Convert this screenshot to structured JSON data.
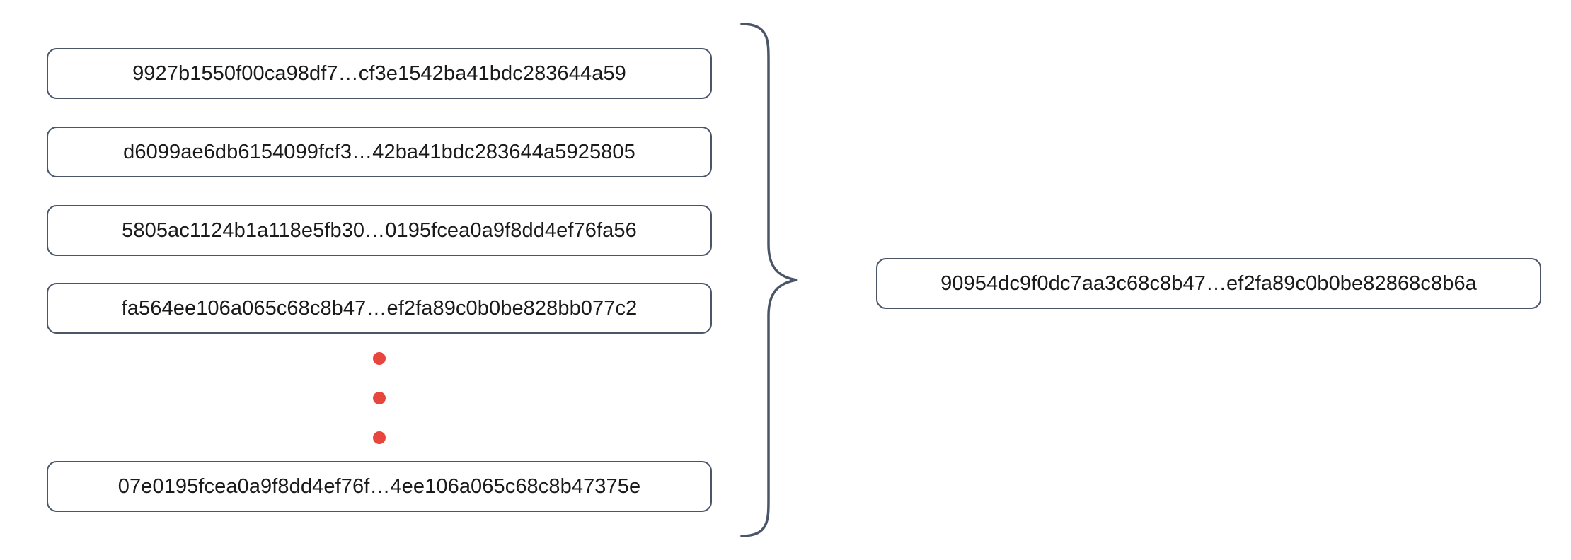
{
  "diagram": {
    "type": "hash-aggregation",
    "colors": {
      "box_border": "#4a5568",
      "box_fill": "#ffffff",
      "text": "#1a1a1a",
      "ellipsis_dot": "#e8453c",
      "brace_stroke": "#4a5568",
      "background": "#ffffff"
    },
    "input_group": {
      "label": "",
      "items": [
        {
          "hash": "9927b1550f00ca98df7…cf3e1542ba41bdc283644a59"
        },
        {
          "hash": "d6099ae6db6154099fcf3…42ba41bdc283644a5925805"
        },
        {
          "hash": "5805ac1124b1a118e5fb30…0195fcea0a9f8dd4ef76fa56"
        },
        {
          "hash": "fa564ee106a065c68c8b47…ef2fa89c0b0be828bb077c2"
        },
        {
          "hash": "07e0195fcea0a9f8dd4ef76f…4ee106a065c68c8b47375e"
        }
      ],
      "ellipsis": {
        "icon": "vertical-ellipsis-icon",
        "dot_count": 3
      }
    },
    "connector": {
      "icon": "curly-brace-icon",
      "direction": "left-to-right"
    },
    "output": {
      "hash": "90954dc9f0dc7aa3c68c8b47…ef2fa89c0b0be82868c8b6a"
    }
  }
}
